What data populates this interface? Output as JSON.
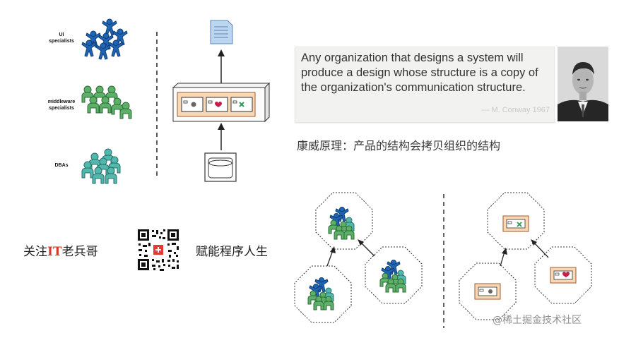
{
  "teams": [
    {
      "label": "UI\nspecialists",
      "color": "#1f65b5"
    },
    {
      "label": "middleware\nspecialists",
      "color": "#5cb068"
    },
    {
      "label": "DBAs",
      "color": "#52b8ad"
    }
  ],
  "quote": {
    "text": "Any organization that designs a system will produce a design whose structure is a copy of the organization's communication structure.",
    "attribution": "— M. Conway 1967"
  },
  "conway_law_cn": "康威原理：产品的结构会拷贝组织的结构",
  "footer": {
    "follow_prefix": "关注",
    "follow_it": "IT",
    "follow_suffix": "老兵哥",
    "slogan": "赋能程序人生"
  },
  "watermark": "@稀土掘金技术社区",
  "colors": {
    "ui": "#1f65b5",
    "middleware": "#5cb068",
    "dba": "#52b8ad",
    "component_fill": "#f6d8b6",
    "component_border": "#a45a2a",
    "heart": "#c0234a",
    "cross": "#2e9a58",
    "accent_red": "#d63a2d"
  }
}
